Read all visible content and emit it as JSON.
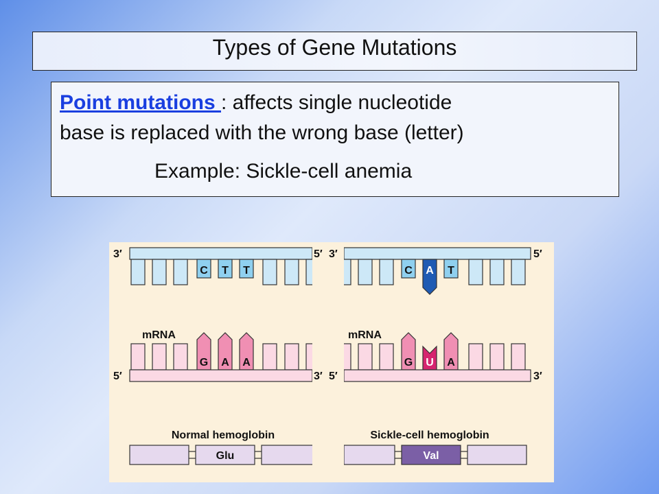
{
  "slide_title": "Types of Gene Mutations",
  "definition": {
    "term": "Point mutations ",
    "rest_line1": ":  affects single nucleotide",
    "line2": "base is replaced with the wrong base (letter)",
    "example": "Example: Sickle-cell anemia"
  },
  "figure": {
    "dna_end_left": "3′",
    "dna_end_right": "5′",
    "mrna_end_left": "5′",
    "mrna_end_right": "3′",
    "mrna_label": "mRNA",
    "normal": {
      "dna_bases": [
        "C",
        "T",
        "T"
      ],
      "mrna_bases": [
        "G",
        "A",
        "A"
      ],
      "protein_label": "Normal hemoglobin",
      "amino_acid": "Glu"
    },
    "sickle": {
      "dna_bases": [
        "C",
        "A",
        "T"
      ],
      "mrna_bases": [
        "G",
        "U",
        "A"
      ],
      "protein_label": "Sickle-cell hemoglobin",
      "amino_acid": "Val"
    },
    "colors": {
      "dna_fill": "#cde8f7",
      "dna_mutant": "#1f5bb3",
      "mrna_fill": "#fbd9e4",
      "mrna_base": "#f08fb3",
      "mrna_mutant": "#d6246e",
      "protein_fill": "#e6d9ee",
      "val_fill": "#7b5fa6",
      "figure_bg": "#fcf1dc"
    }
  }
}
